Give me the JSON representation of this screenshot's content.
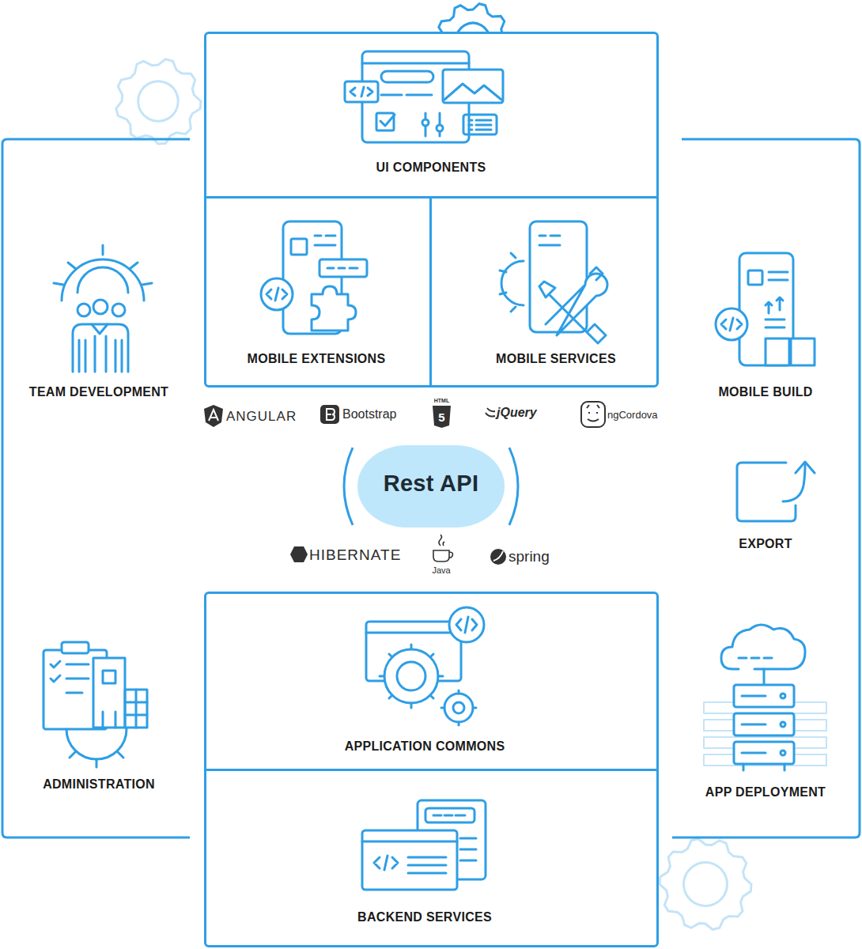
{
  "diagram": {
    "nodes": [
      {
        "text": [
          "UI COMPONENTS"
        ]
      },
      {
        "text": [
          "MOBILE EXTENSIONS"
        ],
        "in": 0
      },
      {
        "text": [
          "MOBILE SERVICES"
        ],
        "in": 0
      },
      {
        "text": [
          "TEAM DEVELOPMENT",
          "ADMINISTRATION"
        ]
      },
      {
        "text": [
          "MOBILE BUILD",
          "EXPORT",
          "APP DEPLOYMENT"
        ]
      },
      {
        "text": [
          "Rest API"
        ]
      },
      {
        "text": [
          "APPLICATION COMMONS"
        ]
      },
      {
        "text": [
          "BACKEND SERVICES"
        ],
        "in": 6
      }
    ],
    "labels": [
      "ANGULAR",
      "Bootstrap",
      "HTML",
      "5",
      "jQuery",
      "ngCordova",
      "HIBERNATE",
      "Java",
      "spring"
    ]
  }
}
